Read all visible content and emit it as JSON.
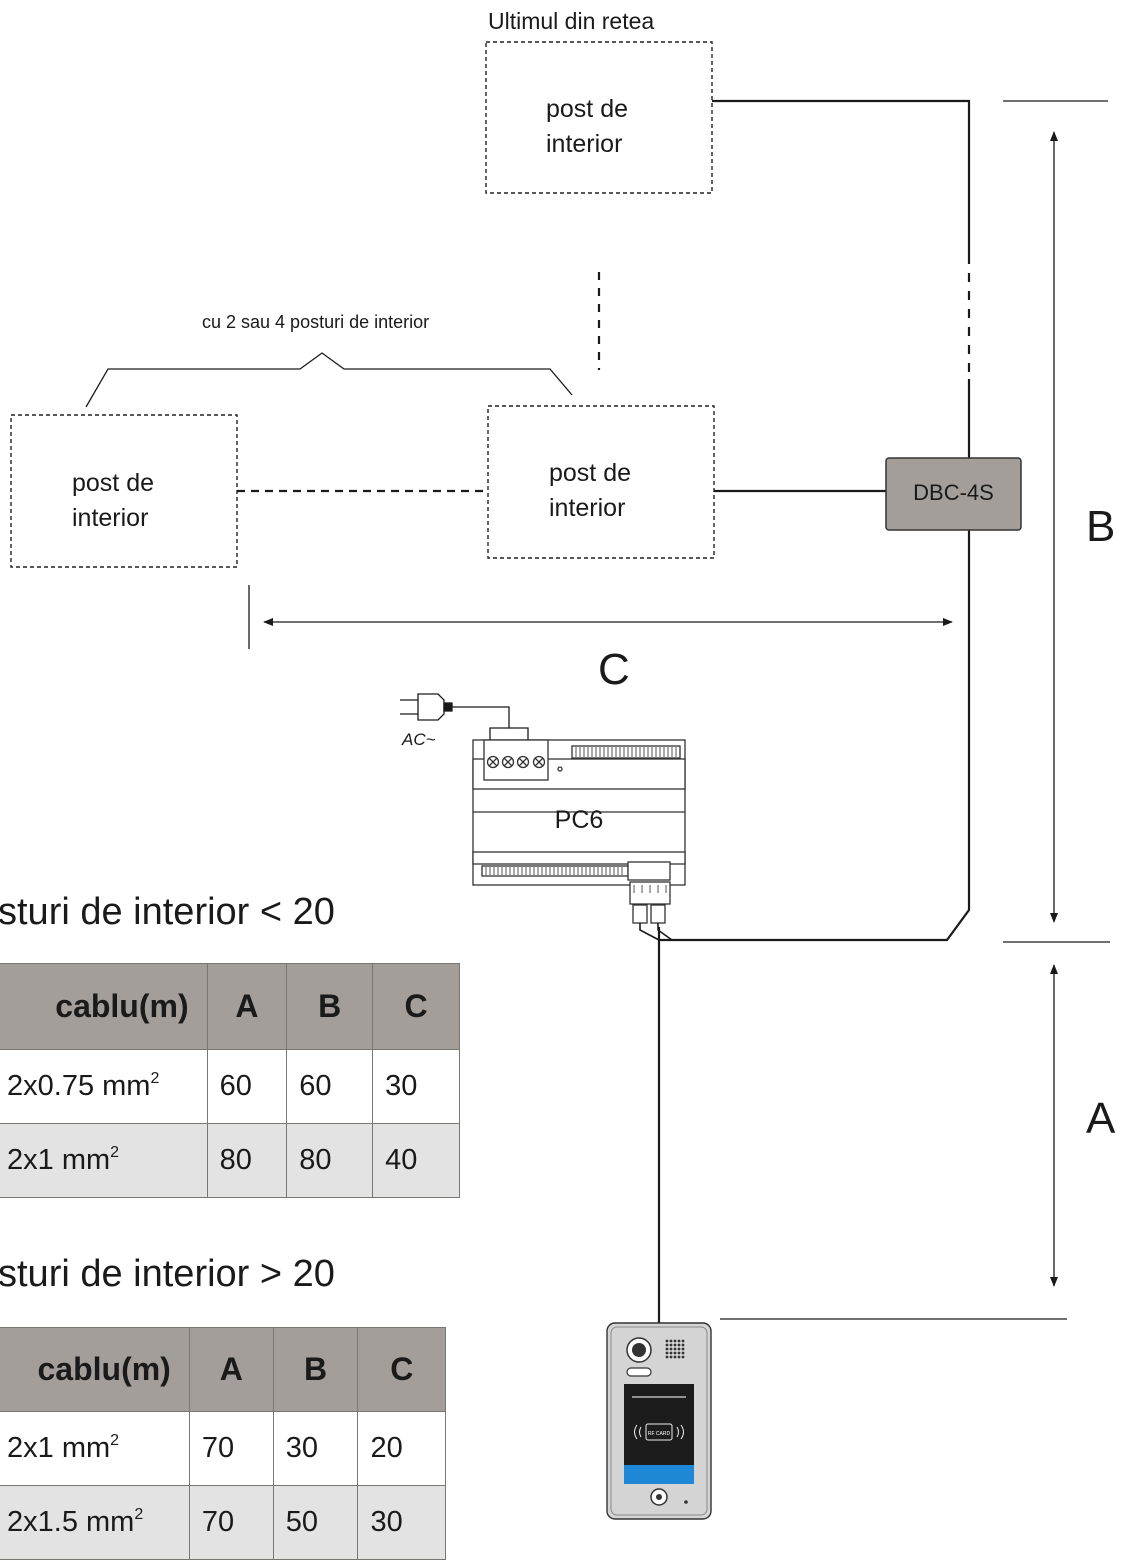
{
  "top_note": "Ultimul din retea",
  "group_note": "cu 2 sau 4 posturi de interior",
  "indoor_label_line1": "post de",
  "indoor_label_line2": "interior",
  "distributor_label": "DBC-4S",
  "power_supply_label": "PC6",
  "ac_label": "AC~",
  "dimension_labels": {
    "a": "A",
    "b": "B",
    "c": "C"
  },
  "outdoor_card_label": "RF CARD",
  "tables": [
    {
      "heading": "sturi de interior < 20",
      "columns": [
        "cablu(m)",
        "A",
        "B",
        "C"
      ],
      "rows": [
        {
          "cable": "2x0.75 mm",
          "unit_exp": "2",
          "a": "60",
          "b": "60",
          "c": "30"
        },
        {
          "cable": "2x1 mm",
          "unit_exp": "2",
          "a": "80",
          "b": "80",
          "c": "40"
        }
      ]
    },
    {
      "heading": "sturi de interior > 20",
      "columns": [
        "cablu(m)",
        "A",
        "B",
        "C"
      ],
      "rows": [
        {
          "cable": "2x1 mm",
          "unit_exp": "2",
          "a": "70",
          "b": "30",
          "c": "20"
        },
        {
          "cable": "2x1.5 mm",
          "unit_exp": "2",
          "a": "70",
          "b": "50",
          "c": "30"
        }
      ]
    }
  ]
}
